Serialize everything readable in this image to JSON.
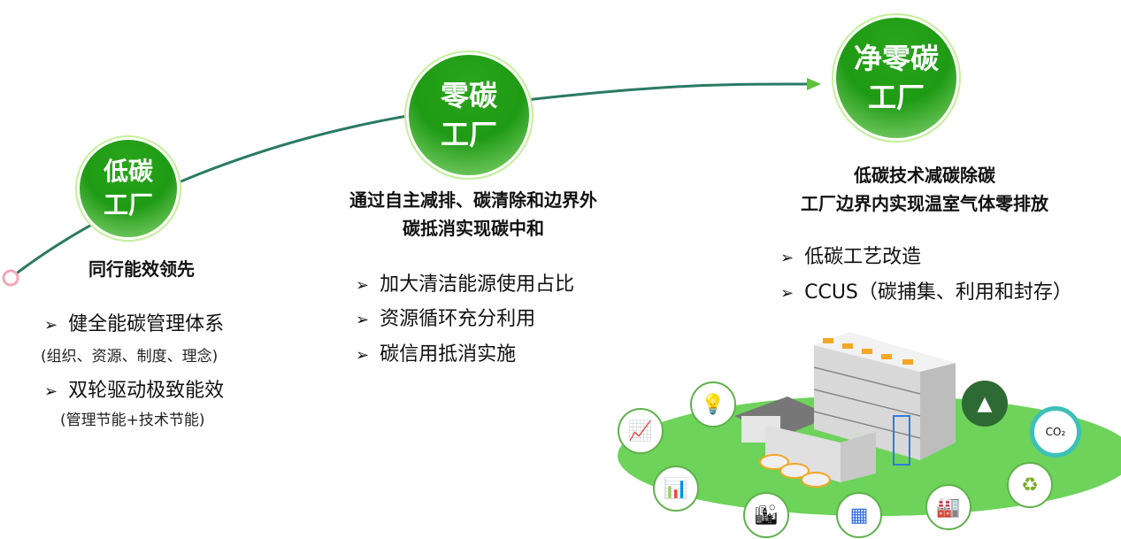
{
  "stages": [
    {
      "badge_line1": "低碳",
      "badge_line2": "工厂",
      "heading": [
        "同行能效领先"
      ],
      "bullets": [
        {
          "text": "健全能碳管理体系",
          "sub": "(组织、资源、制度、理念)"
        },
        {
          "text": "双轮驱动极致能效",
          "sub": "(管理节能+技术节能)"
        }
      ]
    },
    {
      "badge_line1": "零碳",
      "badge_line2": "工厂",
      "heading": [
        "通过自主减排、碳清除和边界外",
        "碳抵消实现碳中和"
      ],
      "bullets": [
        {
          "text": "加大清洁能源使用占比"
        },
        {
          "text": "资源循环充分利用"
        },
        {
          "text": "碳信用抵消实施"
        }
      ]
    },
    {
      "badge_line1": "净零碳",
      "badge_line2": "工厂",
      "heading": [
        "低碳技术减碳除碳",
        "工厂边界内实现温室气体零排放"
      ],
      "bullets": [
        {
          "text": "低碳工艺改造"
        },
        {
          "text": "CCUS（碳捕集、利用和封存）"
        }
      ]
    }
  ],
  "bullet_marker": "➢",
  "illustration": {
    "co2_label": "CO₂"
  },
  "colors": {
    "curve": "#2a7a63",
    "badge": "#1e9a14",
    "ground": "#6dd35a",
    "start_dot": "#f4a7b5"
  }
}
